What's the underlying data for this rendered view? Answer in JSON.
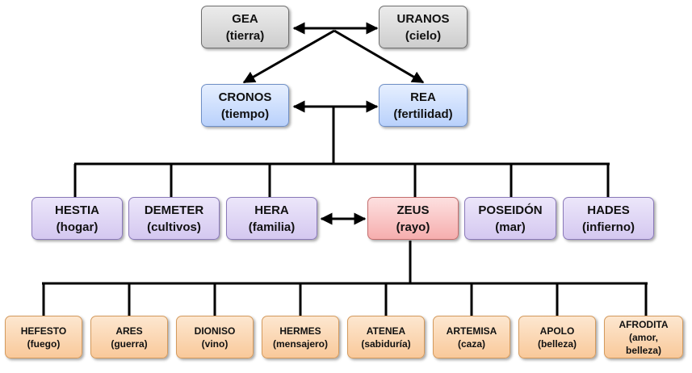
{
  "nodes": {
    "gea": {
      "name": "GEA",
      "desc": "(tierra)"
    },
    "uranos": {
      "name": "URANOS",
      "desc": "(cielo)"
    },
    "cronos": {
      "name": "CRONOS",
      "desc": "(tiempo)"
    },
    "rea": {
      "name": "REA",
      "desc": "(fertilidad)"
    },
    "hestia": {
      "name": "HESTIA",
      "desc": "(hogar)"
    },
    "demeter": {
      "name": "DEMETER",
      "desc": "(cultivos)"
    },
    "hera": {
      "name": "HERA",
      "desc": "(familia)"
    },
    "zeus": {
      "name": "ZEUS",
      "desc": "(rayo)"
    },
    "poseidon": {
      "name": "POSEIDÓN",
      "desc": "(mar)"
    },
    "hades": {
      "name": "HADES",
      "desc": "(infierno)"
    },
    "hefesto": {
      "name": "HEFESTO",
      "desc": "(fuego)"
    },
    "ares": {
      "name": "ARES",
      "desc": "(guerra)"
    },
    "dioniso": {
      "name": "DIONISO",
      "desc": "(vino)"
    },
    "hermes": {
      "name": "HERMES",
      "desc": "(mensajero)"
    },
    "atenea": {
      "name": "ATENEA",
      "desc": "(sabiduría)"
    },
    "artemisa": {
      "name": "ARTEMISA",
      "desc": "(caza)"
    },
    "apolo": {
      "name": "APOLO",
      "desc": "(belleza)"
    },
    "afrodita": {
      "name": "AFRODITA",
      "desc": "(amor, belleza)"
    }
  },
  "colors": {
    "generation_1": "#d9d9d9",
    "generation_2": "#c9dcfb",
    "generation_3": "#ddd4f5",
    "zeus": "#f9c0c0",
    "generation_4": "#fbd5b0",
    "connector": "#000000"
  }
}
